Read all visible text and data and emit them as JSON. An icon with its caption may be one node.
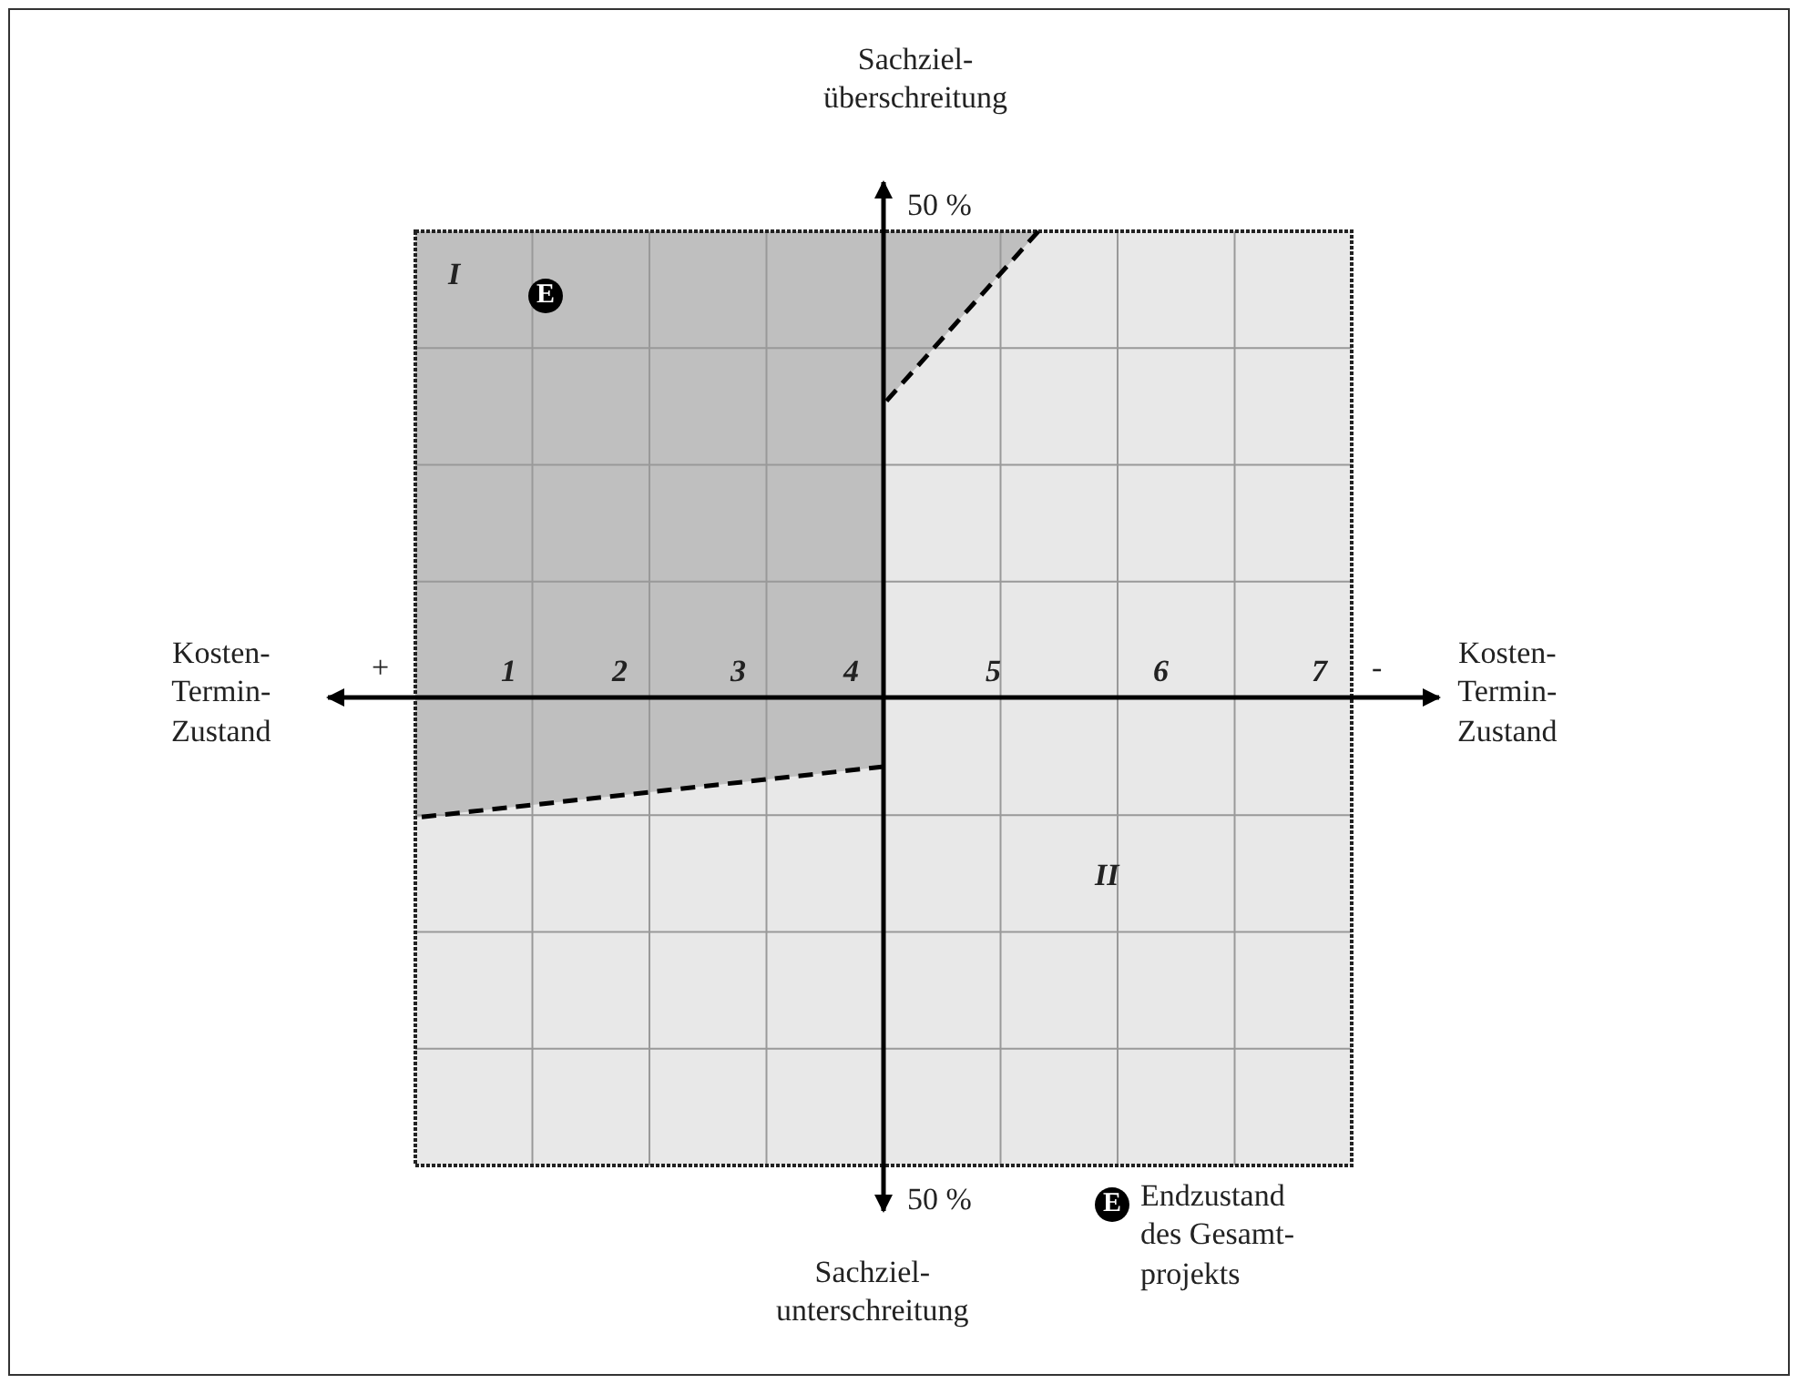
{
  "diagram": {
    "labels": [
      "Sachziel- überschreitung",
      "50 %",
      "I",
      "E",
      "Kosten- Termin- Zustand",
      "+",
      "1",
      "2",
      "3",
      "4",
      "5",
      "6",
      "7",
      "-",
      "Kosten- Termin- Zustand",
      "II",
      "50 %",
      "Sachziel- unterschreitung",
      "E"
    ],
    "legend": [
      {
        "text": "Endzustand des Gesamt- projekts"
      }
    ]
  }
}
